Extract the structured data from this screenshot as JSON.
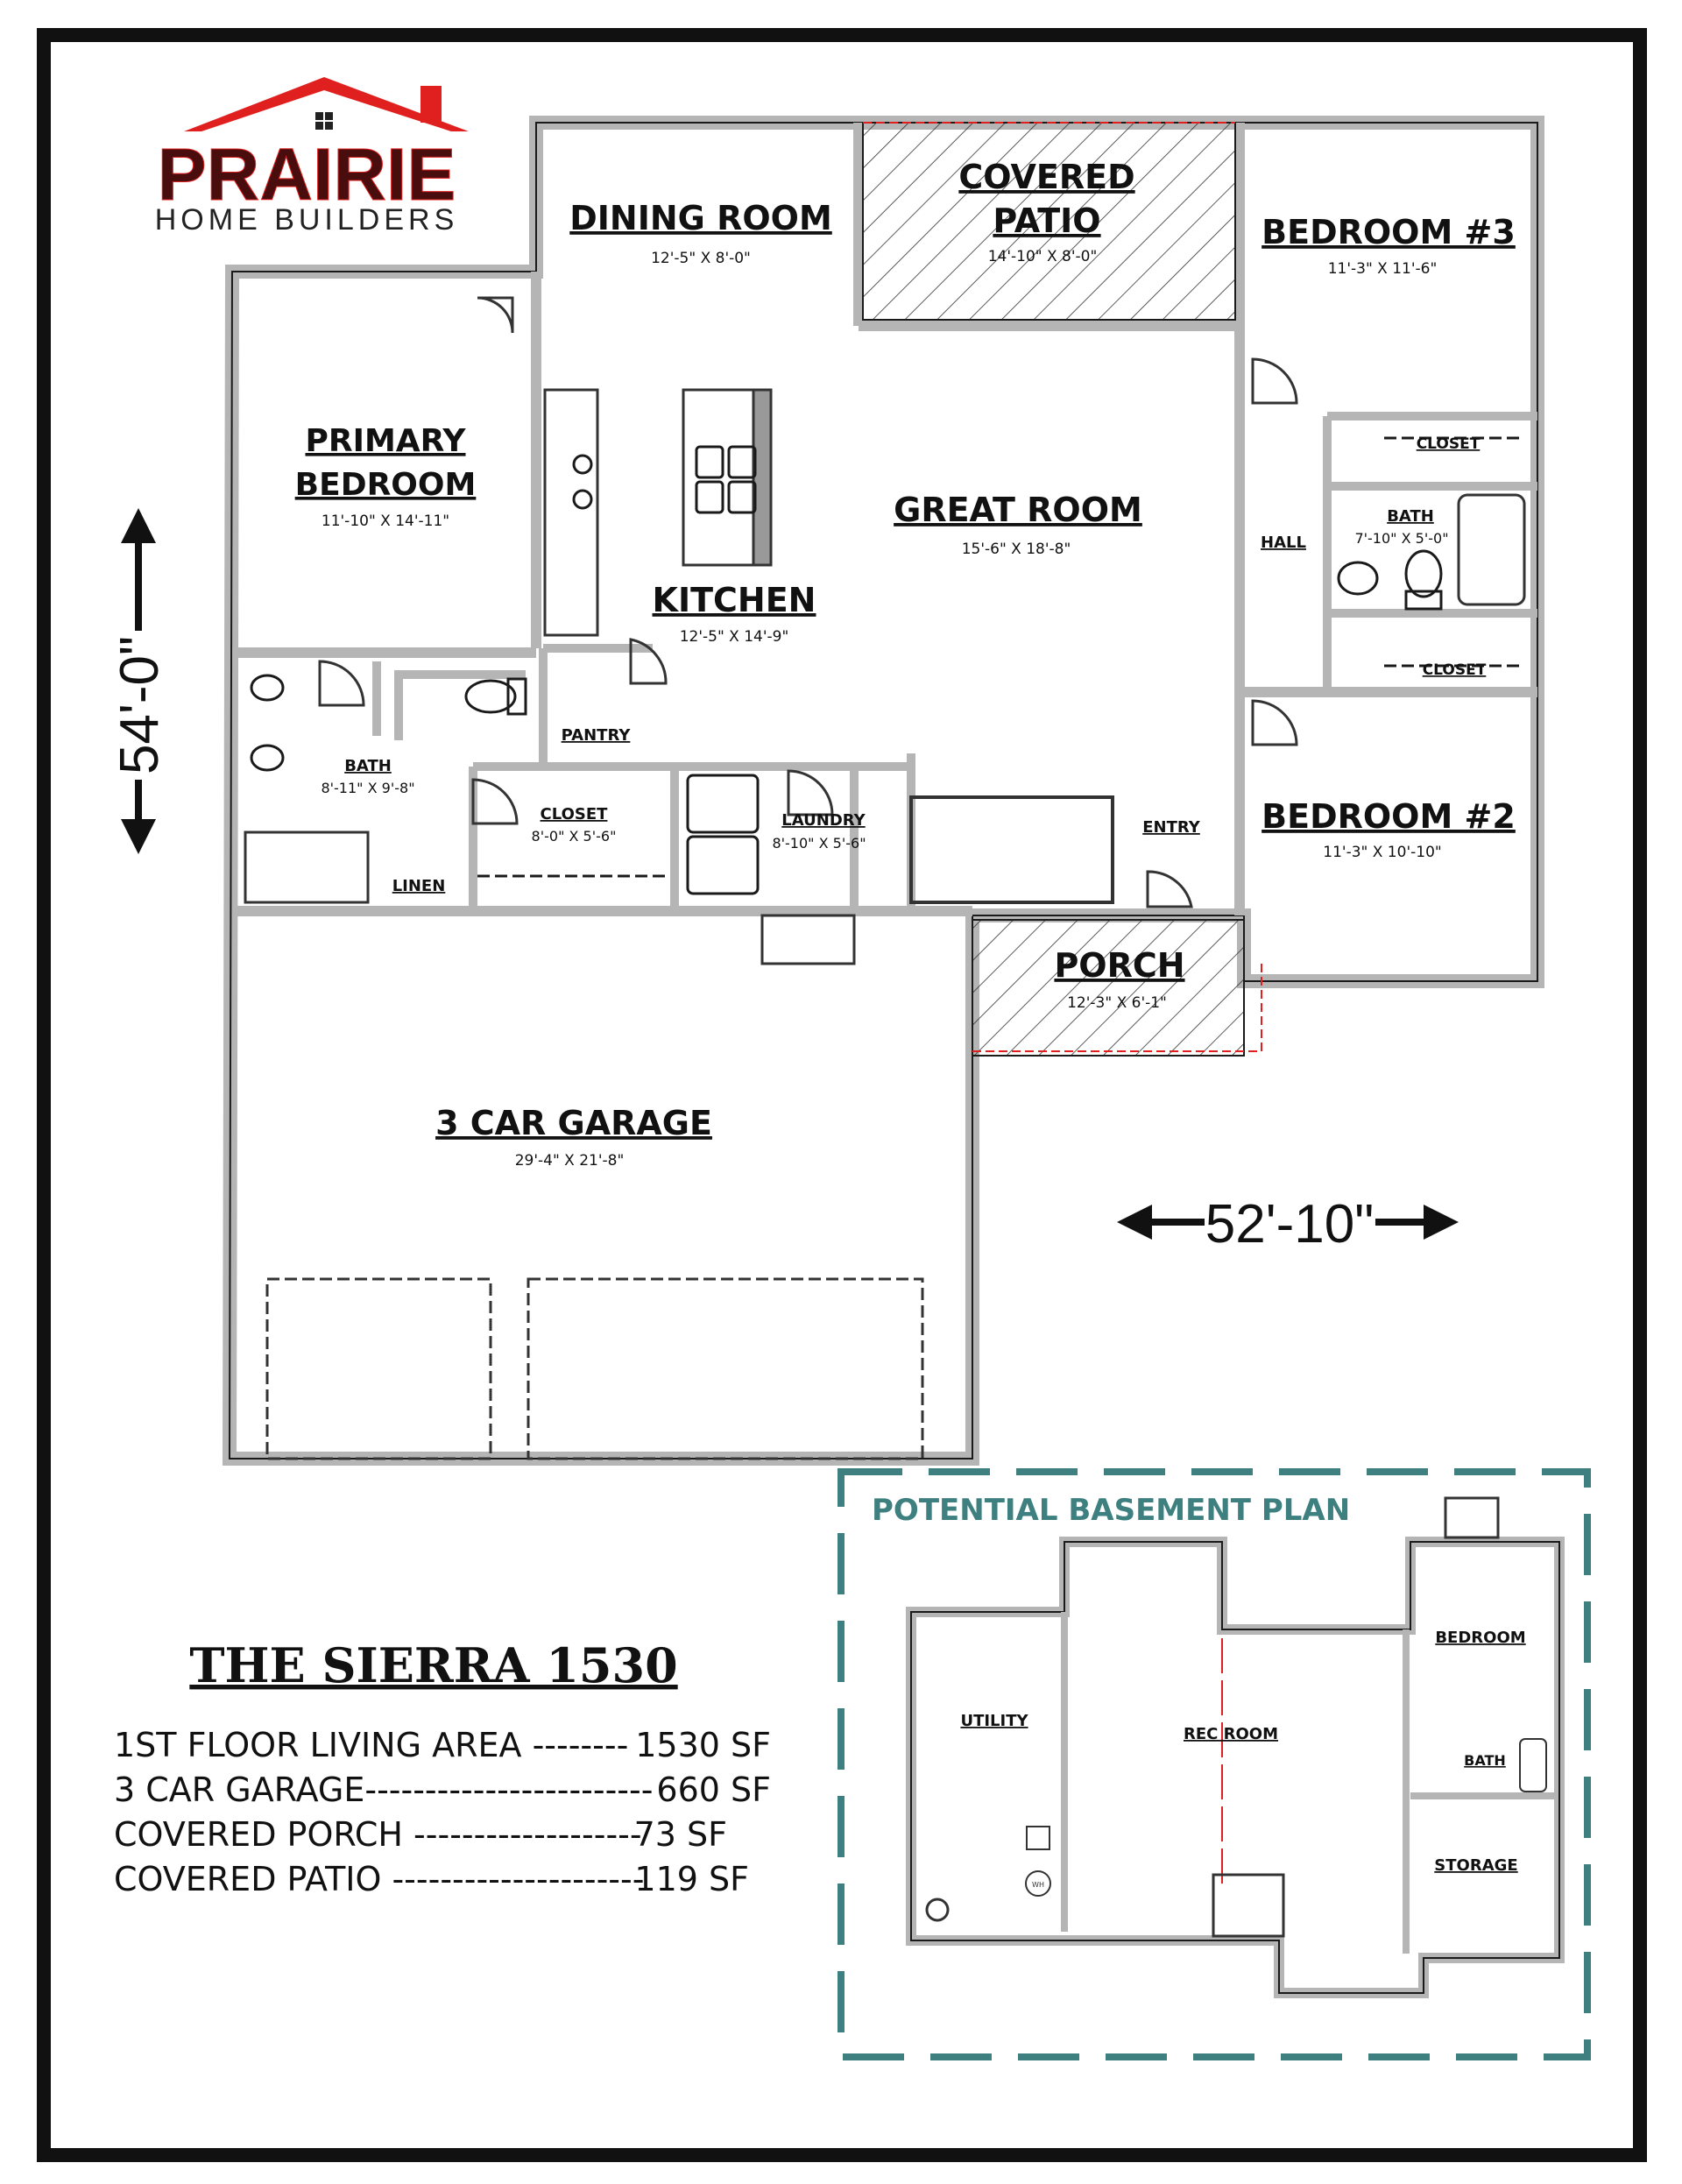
{
  "logo": {
    "brand": "PRAIRIE",
    "tagline": "HOME BUILDERS"
  },
  "colors": {
    "wall": "#b5b5b5",
    "wall_edge": "#1a1a1a",
    "logo_red": "#e0201f",
    "logo_dark": "#4a0d0d",
    "teal": "#3e7f7f",
    "red_line": "#e02020"
  },
  "dimensions": {
    "depth": "54'-0\"",
    "width": "52'-10\""
  },
  "rooms": {
    "dining": {
      "name": "DINING ROOM",
      "size": "12'-5\" X 8'-0\""
    },
    "patio": {
      "name1": "COVERED",
      "name2": "PATIO",
      "size": "14'-10\" X 8'-0\""
    },
    "bedroom3": {
      "name": "BEDROOM #3",
      "size": "11'-3\" X 11'-6\""
    },
    "primary": {
      "name1": "PRIMARY",
      "name2": "BEDROOM",
      "size": "11'-10\" X 14'-11\""
    },
    "great": {
      "name": "GREAT ROOM",
      "size": "15'-6\" X 18'-8\""
    },
    "kitchen": {
      "name": "KITCHEN",
      "size": "12'-5\" X 14'-9\""
    },
    "closet_top": {
      "name": "CLOSET"
    },
    "bath_hall": {
      "name": "BATH",
      "size": "7'-10\" X 5'-0\""
    },
    "hall": {
      "name": "HALL"
    },
    "closet_mid": {
      "name": "CLOSET"
    },
    "pantry": {
      "name": "PANTRY"
    },
    "bath_primary": {
      "name": "BATH",
      "size": "8'-11\" X 9'-8\""
    },
    "closet_primary": {
      "name": "CLOSET",
      "size": "8'-0\" X 5'-6\""
    },
    "laundry": {
      "name": "LAUNDRY",
      "size": "8'-10\" X 5'-6\""
    },
    "entry": {
      "name": "ENTRY"
    },
    "bedroom2": {
      "name": "BEDROOM #2",
      "size": "11'-3\" X 10'-10\""
    },
    "linen": {
      "name": "LINEN"
    },
    "porch": {
      "name": "PORCH",
      "size": "12'-3\" X 6'-1\""
    },
    "garage": {
      "name": "3 CAR GARAGE",
      "size": "29'-4\" X 21'-8\""
    }
  },
  "plan": {
    "name": "THE SIERRA 1530",
    "stats": [
      {
        "label": "1ST FLOOR LIVING AREA --------",
        "value": "1530 SF"
      },
      {
        "label": "3 CAR GARAGE------------------------",
        "value": "660 SF"
      },
      {
        "label": "COVERED PORCH -------------------",
        "value": "73 SF"
      },
      {
        "label": "COVERED PATIO ---------------------",
        "value": "119 SF"
      }
    ]
  },
  "basement": {
    "title": "POTENTIAL BASEMENT PLAN",
    "rooms": {
      "utility": "UTILITY",
      "rec": "REC ROOM",
      "bedroom": "BEDROOM",
      "bath": "BATH",
      "storage": "STORAGE"
    },
    "wh_label": "WH"
  }
}
